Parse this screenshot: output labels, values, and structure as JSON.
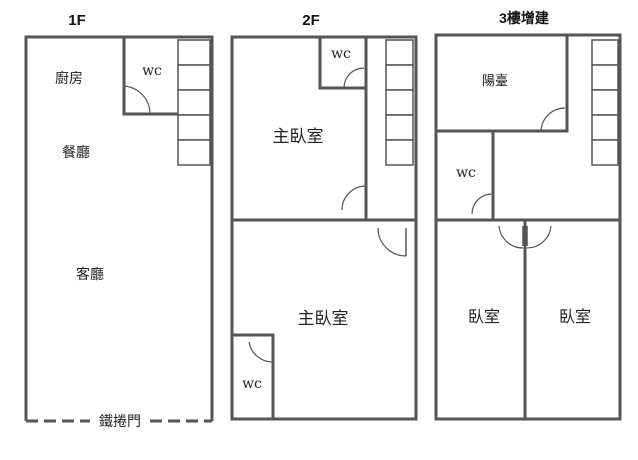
{
  "floors": [
    {
      "title": "1F",
      "rooms": {
        "kitchen": "廚房",
        "dining": "餐廳",
        "living": "客廳",
        "wc": "wc"
      },
      "entrance": "鐵捲門"
    },
    {
      "title": "2F",
      "rooms": {
        "wc_top": "wc",
        "master_top": "主臥室",
        "master_bottom": "主臥室",
        "wc_bottom": "wc"
      }
    },
    {
      "title": "3樓增建",
      "rooms": {
        "balcony": "陽臺",
        "wc": "wc",
        "bedroom_left": "臥室",
        "bedroom_right": "臥室"
      }
    }
  ]
}
